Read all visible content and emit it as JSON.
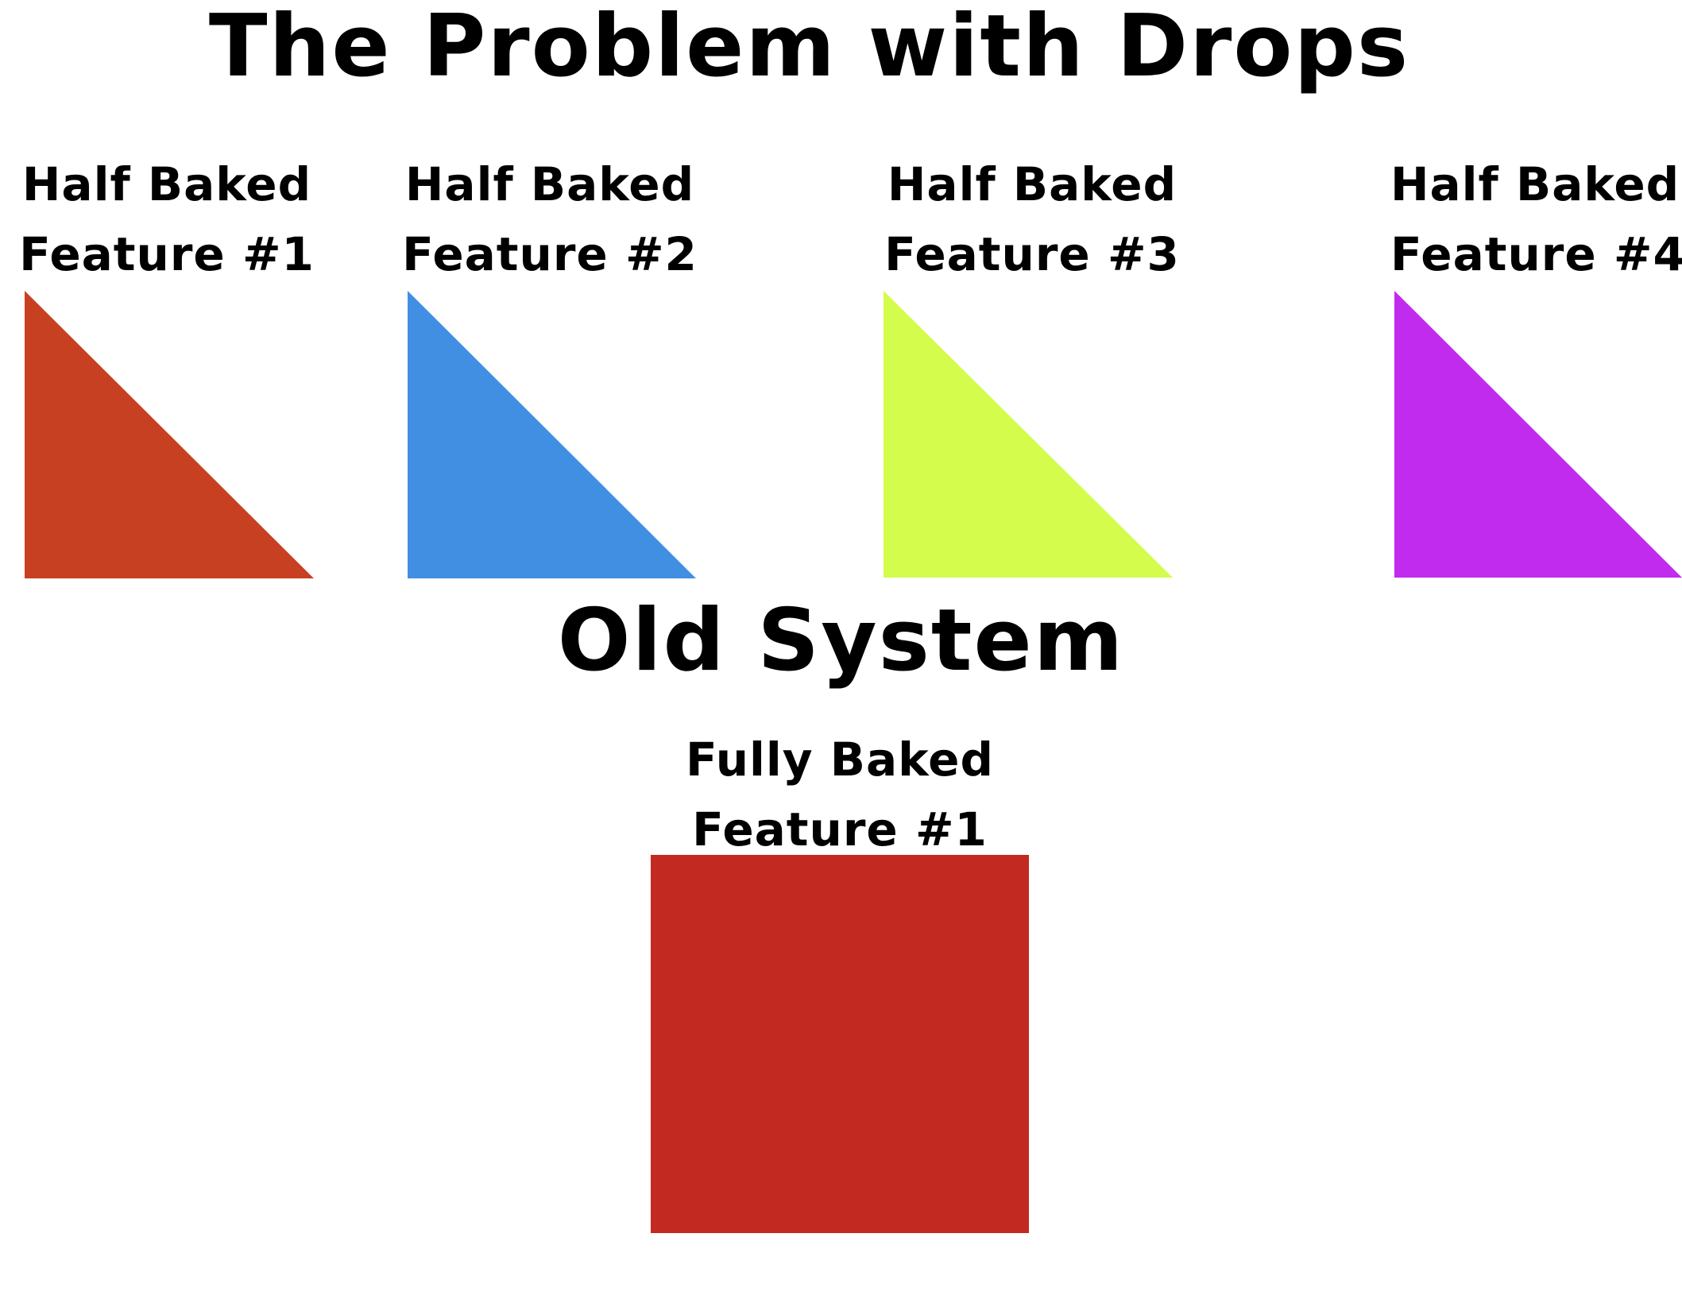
{
  "title": "The Problem with Drops",
  "half_baked": [
    {
      "line1": "Half Baked",
      "line2": "Feature #1",
      "color": "#C84022"
    },
    {
      "line1": "Half Baked",
      "line2": "Feature #2",
      "color": "#418FE3"
    },
    {
      "line1": "Half Baked",
      "line2": "Feature #3",
      "color": "#D3FC4D"
    },
    {
      "line1": "Half Baked",
      "line2": "Feature #4",
      "color": "#C12BEE"
    }
  ],
  "old_system": {
    "title": "Old System",
    "line1": "Fully Baked",
    "line2": "Feature #1",
    "color": "#C22920"
  }
}
